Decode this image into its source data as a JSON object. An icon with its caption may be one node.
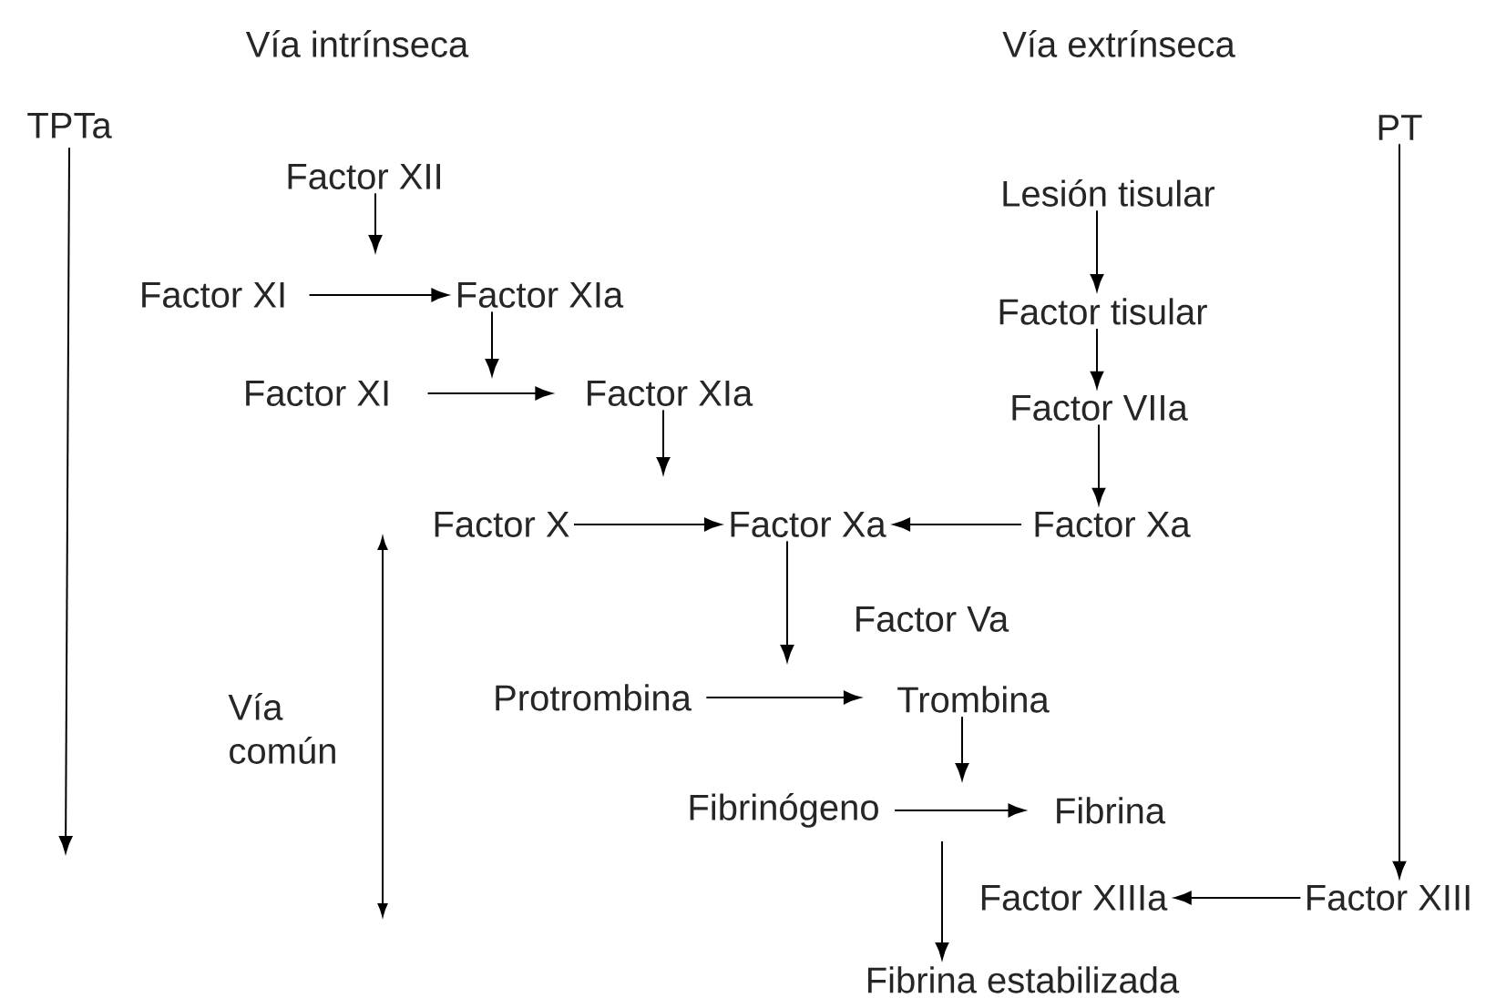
{
  "diagram": {
    "nodes": [
      {
        "text": [
          "TPTa"
        ]
      },
      {
        "text": [
          "PT"
        ]
      },
      {
        "text": [
          "Factor XII"
        ]
      },
      {
        "text": [
          "Factor XI"
        ]
      },
      {
        "text": [
          "Factor XIa"
        ]
      },
      {
        "text": [
          "Factor XI"
        ]
      },
      {
        "text": [
          "Factor XIa"
        ]
      },
      {
        "text": [
          "Lesión tisular"
        ]
      },
      {
        "text": [
          "Factor tisular"
        ]
      },
      {
        "text": [
          "Factor VIIa"
        ]
      },
      {
        "text": [
          "Factor X"
        ]
      },
      {
        "text": [
          "Factor Xa"
        ]
      },
      {
        "text": [
          "Factor Xa"
        ]
      },
      {
        "text": [
          "Protrombina"
        ]
      },
      {
        "text": [
          "Trombina"
        ]
      },
      {
        "text": [
          "Fibrinógeno"
        ]
      },
      {
        "text": [
          "Fibrina"
        ]
      },
      {
        "text": [
          "Factor XIIIa"
        ]
      },
      {
        "text": [
          "Factor XIII"
        ]
      },
      {
        "text": [
          "Fibrina estabilizada"
        ]
      }
    ],
    "edges": [
      {
        "from": 0,
        "to": null,
        "arrow": "to"
      },
      {
        "from": 1,
        "to": 18,
        "arrow": "to"
      },
      {
        "from": 2,
        "to": null,
        "arrow": "to"
      },
      {
        "from": 3,
        "to": 4,
        "arrow": "to"
      },
      {
        "from": 4,
        "to": null,
        "arrow": "to"
      },
      {
        "from": 5,
        "to": 6,
        "arrow": "to"
      },
      {
        "from": 6,
        "to": null,
        "arrow": "to"
      },
      {
        "from": 7,
        "to": 8,
        "arrow": "to"
      },
      {
        "from": 8,
        "to": 9,
        "arrow": "to"
      },
      {
        "from": 9,
        "to": 12,
        "arrow": "to"
      },
      {
        "from": 10,
        "to": 11,
        "arrow": "to"
      },
      {
        "from": 12,
        "to": 11,
        "arrow": "to"
      },
      {
        "from": 11,
        "to": null,
        "arrow": "to",
        "label": "Factor Va"
      },
      {
        "from": 13,
        "to": 14,
        "arrow": "to"
      },
      {
        "from": 14,
        "to": null,
        "arrow": "to"
      },
      {
        "from": 15,
        "to": 16,
        "arrow": "to"
      },
      {
        "from": null,
        "to": 19,
        "arrow": "to"
      },
      {
        "from": 18,
        "to": 17,
        "arrow": "to"
      }
    ],
    "labels": [
      "Vía intrínseca",
      "Vía extrínseca",
      "Vía común"
    ]
  }
}
